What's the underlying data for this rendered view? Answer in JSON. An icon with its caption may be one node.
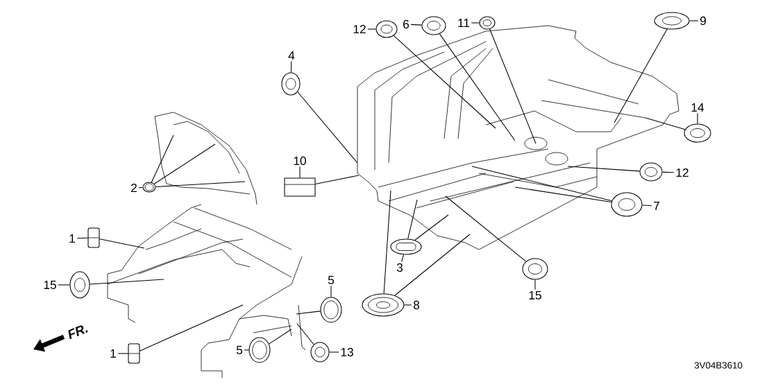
{
  "diagram": {
    "nodes": [
      {
        "text": [
          "9"
        ]
      },
      {
        "text": [],
        "shape": "picture"
      },
      {
        "text": [
          "11"
        ]
      },
      {
        "text": [],
        "shape": "picture"
      },
      {
        "text": [
          "6"
        ]
      },
      {
        "text": [],
        "shape": "picture"
      },
      {
        "text": [
          "12"
        ]
      },
      {
        "text": [],
        "shape": "picture"
      },
      {
        "text": [
          "4"
        ]
      },
      {
        "text": [],
        "shape": "picture"
      },
      {
        "text": [
          "14"
        ]
      },
      {
        "text": [],
        "shape": "picture"
      },
      {
        "text": [
          "10"
        ]
      },
      {
        "text": [],
        "shape": "picture"
      },
      {
        "text": [
          "12"
        ]
      },
      {
        "text": [],
        "shape": "picture"
      },
      {
        "text": [
          "2"
        ]
      },
      {
        "text": [],
        "shape": "picture"
      },
      {
        "text": [
          "7"
        ]
      },
      {
        "text": [],
        "shape": "picture"
      },
      {
        "text": [
          "1"
        ]
      },
      {
        "text": [],
        "shape": "picture"
      },
      {
        "text": [
          "3"
        ]
      },
      {
        "text": [],
        "shape": "picture"
      },
      {
        "text": [
          "5"
        ]
      },
      {
        "text": [],
        "shape": "picture"
      },
      {
        "text": [
          "15"
        ]
      },
      {
        "text": [],
        "shape": "picture"
      },
      {
        "text": [
          "15"
        ]
      },
      {
        "text": [],
        "shape": "picture"
      },
      {
        "text": [
          "8"
        ]
      },
      {
        "text": [],
        "shape": "picture"
      },
      {
        "text": [
          "1"
        ]
      },
      {
        "text": [],
        "shape": "picture"
      },
      {
        "text": [
          "5"
        ]
      },
      {
        "text": [],
        "shape": "picture"
      },
      {
        "text": [
          "13"
        ]
      },
      {
        "text": [],
        "shape": "picture"
      }
    ],
    "edges": [
      {
        "from": 0,
        "to": 1,
        "arrow": "none"
      },
      {
        "from": 1,
        "to": null,
        "arrow": "none"
      },
      {
        "from": 2,
        "to": 3,
        "arrow": "none"
      },
      {
        "from": 3,
        "to": null,
        "arrow": "none"
      },
      {
        "from": 4,
        "to": 5,
        "arrow": "none"
      },
      {
        "from": 5,
        "to": null,
        "arrow": "none"
      },
      {
        "from": 6,
        "to": 7,
        "arrow": "none"
      },
      {
        "from": 7,
        "to": null,
        "arrow": "none"
      },
      {
        "from": 8,
        "to": 9,
        "arrow": "none"
      },
      {
        "from": 9,
        "to": null,
        "arrow": "none"
      },
      {
        "from": 10,
        "to": 11,
        "arrow": "none"
      },
      {
        "from": 11,
        "to": null,
        "arrow": "none"
      },
      {
        "from": 12,
        "to": 13,
        "arrow": "none"
      },
      {
        "from": 13,
        "to": null,
        "arrow": "none"
      },
      {
        "from": 14,
        "to": 15,
        "arrow": "none"
      },
      {
        "from": 15,
        "to": null,
        "arrow": "none"
      },
      {
        "from": 16,
        "to": 17,
        "arrow": "none"
      },
      {
        "from": 17,
        "to": null,
        "arrow": "none"
      },
      {
        "from": 17,
        "to": null,
        "arrow": "none"
      },
      {
        "from": 17,
        "to": null,
        "arrow": "none"
      },
      {
        "from": 18,
        "to": 19,
        "arrow": "none"
      },
      {
        "from": 19,
        "to": null,
        "arrow": "none"
      },
      {
        "from": 19,
        "to": null,
        "arrow": "none"
      },
      {
        "from": 20,
        "to": 21,
        "arrow": "none"
      },
      {
        "from": 21,
        "to": null,
        "arrow": "none"
      },
      {
        "from": 22,
        "to": 23,
        "arrow": "none"
      },
      {
        "from": 23,
        "to": null,
        "arrow": "none"
      },
      {
        "from": 23,
        "to": null,
        "arrow": "none"
      },
      {
        "from": 24,
        "to": 25,
        "arrow": "none"
      },
      {
        "from": 25,
        "to": null,
        "arrow": "none"
      },
      {
        "from": 26,
        "to": 27,
        "arrow": "none"
      },
      {
        "from": 27,
        "to": null,
        "arrow": "none"
      },
      {
        "from": 28,
        "to": 29,
        "arrow": "none"
      },
      {
        "from": 29,
        "to": null,
        "arrow": "none"
      },
      {
        "from": 30,
        "to": 31,
        "arrow": "none"
      },
      {
        "from": 31,
        "to": null,
        "arrow": "none"
      },
      {
        "from": 31,
        "to": null,
        "arrow": "none"
      },
      {
        "from": 32,
        "to": 33,
        "arrow": "none"
      },
      {
        "from": 33,
        "to": null,
        "arrow": "none"
      },
      {
        "from": 34,
        "to": 35,
        "arrow": "none"
      },
      {
        "from": 35,
        "to": null,
        "arrow": "none"
      },
      {
        "from": 36,
        "to": 37,
        "arrow": "none"
      },
      {
        "from": 37,
        "to": null,
        "arrow": "none"
      }
    ],
    "labels": [
      "FR.",
      "3V04B3610"
    ]
  }
}
